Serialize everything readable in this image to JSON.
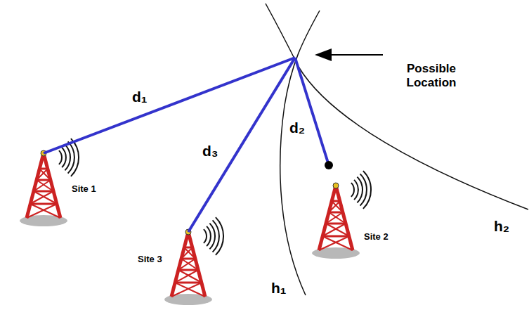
{
  "diagram": {
    "labels": [
      "Possible Location",
      "d₁",
      "d₂",
      "d₃",
      "h₁",
      "h₂",
      "Site 1",
      "Site 2",
      "Site 3"
    ]
  }
}
